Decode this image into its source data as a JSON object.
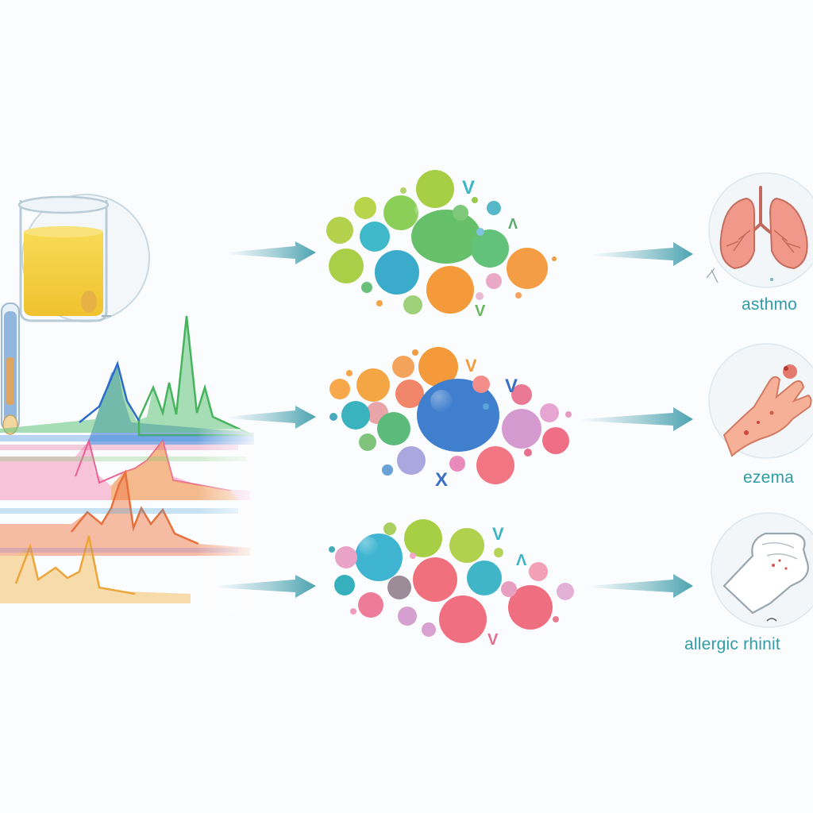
{
  "outcomes": [
    {
      "label": "asthmo",
      "icon": "lungs-icon"
    },
    {
      "label": "ezema",
      "icon": "hand-rash-icon"
    },
    {
      "label": "allergic rhinit",
      "icon": "hand-glove-icon"
    }
  ],
  "clusters": [
    {
      "glyphs": [
        "V",
        "Λ",
        "V"
      ]
    },
    {
      "glyphs": [
        "V",
        "V",
        "X"
      ]
    },
    {
      "glyphs": [
        "V",
        "Λ",
        "V"
      ]
    }
  ],
  "colors": {
    "text": "#2f9ca8",
    "arrow": "#3a9aa8",
    "beaker_liquid": "#f4cf3d"
  }
}
